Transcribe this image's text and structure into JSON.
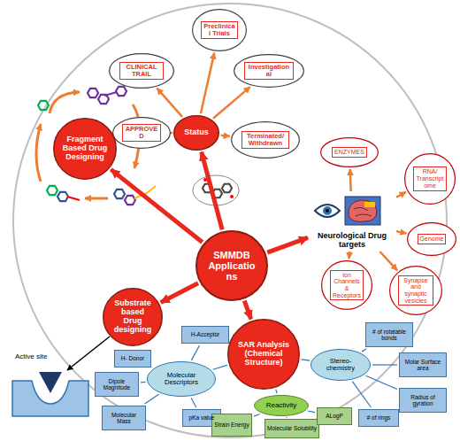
{
  "diagram": {
    "nodes": [
      {
        "text": [
          "Preclinical Trials"
        ]
      },
      {
        "text": [
          "CLINICAL TRAIL"
        ]
      },
      {
        "text": [
          "Investigational"
        ]
      },
      {
        "text": [
          "APPROVED"
        ]
      },
      {
        "text": [
          "Status"
        ]
      },
      {
        "text": [
          "Terminated/ Withdrawn"
        ]
      },
      {
        "text": [
          "ENZYMES"
        ]
      },
      {
        "text": [
          "Fragment Based Drug Designing"
        ]
      },
      {
        "text": [
          "Neurological Drug targets"
        ]
      },
      {
        "text": [
          "RNA/ Transcriptome"
        ]
      },
      {
        "text": [
          "Genome"
        ]
      },
      {
        "text": [
          "SMMDB Applications"
        ]
      },
      {
        "text": [
          "Synapse and synaptic vesicles"
        ]
      },
      {
        "text": [
          "Ion Channels & Receptors"
        ]
      },
      {
        "text": [
          "Substrate based Drug designing"
        ]
      },
      {
        "text": [
          "Molecular Descriptors"
        ]
      },
      {
        "text": [
          "H- Donor"
        ]
      },
      {
        "text": [
          "H-Acceptor"
        ]
      },
      {
        "text": [
          "Dipole Magnitude"
        ]
      },
      {
        "text": [
          "Molecular Mass"
        ]
      },
      {
        "text": [
          "pKa value"
        ]
      },
      {
        "text": [
          "SAR Analysis (Chemical Structure)"
        ]
      },
      {
        "text": [
          "Stereo-chemistry"
        ]
      },
      {
        "text": [
          "# of rotatable bonds"
        ]
      },
      {
        "text": [
          "Molar Surface area"
        ]
      },
      {
        "text": [
          "Radius of gyration"
        ]
      },
      {
        "text": [
          "# of rings"
        ]
      },
      {
        "text": [
          "Reactivity"
        ]
      },
      {
        "text": [
          "Strain Energy"
        ]
      },
      {
        "text": [
          "Molecular Solubility"
        ]
      },
      {
        "text": [
          "ALogP"
        ]
      }
    ],
    "edges": [
      {
        "from": 11,
        "to": 7,
        "arrow": "to"
      },
      {
        "from": 11,
        "to": 4,
        "arrow": "to"
      },
      {
        "from": 11,
        "to": 8,
        "arrow": "to"
      },
      {
        "from": 11,
        "to": 14,
        "arrow": "to"
      },
      {
        "from": 11,
        "to": 21,
        "arrow": "to"
      },
      {
        "from": 4,
        "to": 0,
        "arrow": "to"
      },
      {
        "from": 4,
        "to": 1,
        "arrow": "to"
      },
      {
        "from": 4,
        "to": 2,
        "arrow": "to"
      },
      {
        "from": 4,
        "to": 3,
        "arrow": "to"
      },
      {
        "from": 4,
        "to": 5,
        "arrow": "to"
      },
      {
        "from": 8,
        "to": 6,
        "arrow": "to"
      },
      {
        "from": 8,
        "to": 9,
        "arrow": "to"
      },
      {
        "from": 8,
        "to": 10,
        "arrow": "to"
      },
      {
        "from": 8,
        "to": 12,
        "arrow": "to"
      },
      {
        "from": 8,
        "to": 13,
        "arrow": "to"
      },
      {
        "from": 21,
        "to": 15,
        "arrow": "none"
      },
      {
        "from": 21,
        "to": 22,
        "arrow": "none"
      },
      {
        "from": 21,
        "to": 27,
        "arrow": "none"
      },
      {
        "from": 15,
        "to": 16,
        "arrow": "none"
      },
      {
        "from": 15,
        "to": 17,
        "arrow": "none"
      },
      {
        "from": 15,
        "to": 18,
        "arrow": "none"
      },
      {
        "from": 15,
        "to": 19,
        "arrow": "none"
      },
      {
        "from": 15,
        "to": 20,
        "arrow": "none"
      },
      {
        "from": 22,
        "to": 23,
        "arrow": "none"
      },
      {
        "from": 22,
        "to": 24,
        "arrow": "none"
      },
      {
        "from": 22,
        "to": 25,
        "arrow": "none"
      },
      {
        "from": 22,
        "to": 26,
        "arrow": "none"
      },
      {
        "from": 27,
        "to": 28,
        "arrow": "none"
      },
      {
        "from": 27,
        "to": 29,
        "arrow": "none"
      },
      {
        "from": 27,
        "to": 30,
        "arrow": "none"
      }
    ],
    "labels": [
      "Active site"
    ]
  }
}
